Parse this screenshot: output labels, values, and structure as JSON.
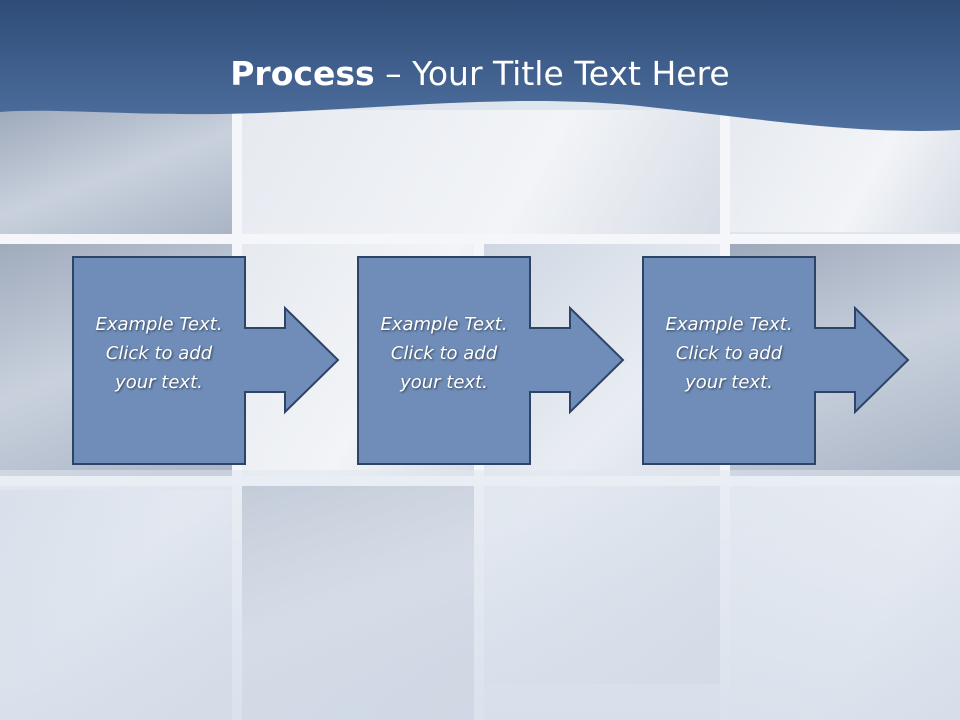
{
  "slide": {
    "title_bold": "Process",
    "title_rest": " – Your Title Text Here"
  },
  "steps": [
    {
      "line1": "Example Text.",
      "line2": "Click  to add",
      "line3": "your text."
    },
    {
      "line1": "Example Text.",
      "line2": "Click  to add",
      "line3": "your text."
    },
    {
      "line1": "Example Text.",
      "line2": "Click  to add",
      "line3": "your text."
    }
  ],
  "colors": {
    "title_band": "#3f5f8c",
    "shape_fill": "#6f8db8",
    "shape_stroke": "#2e4466"
  }
}
